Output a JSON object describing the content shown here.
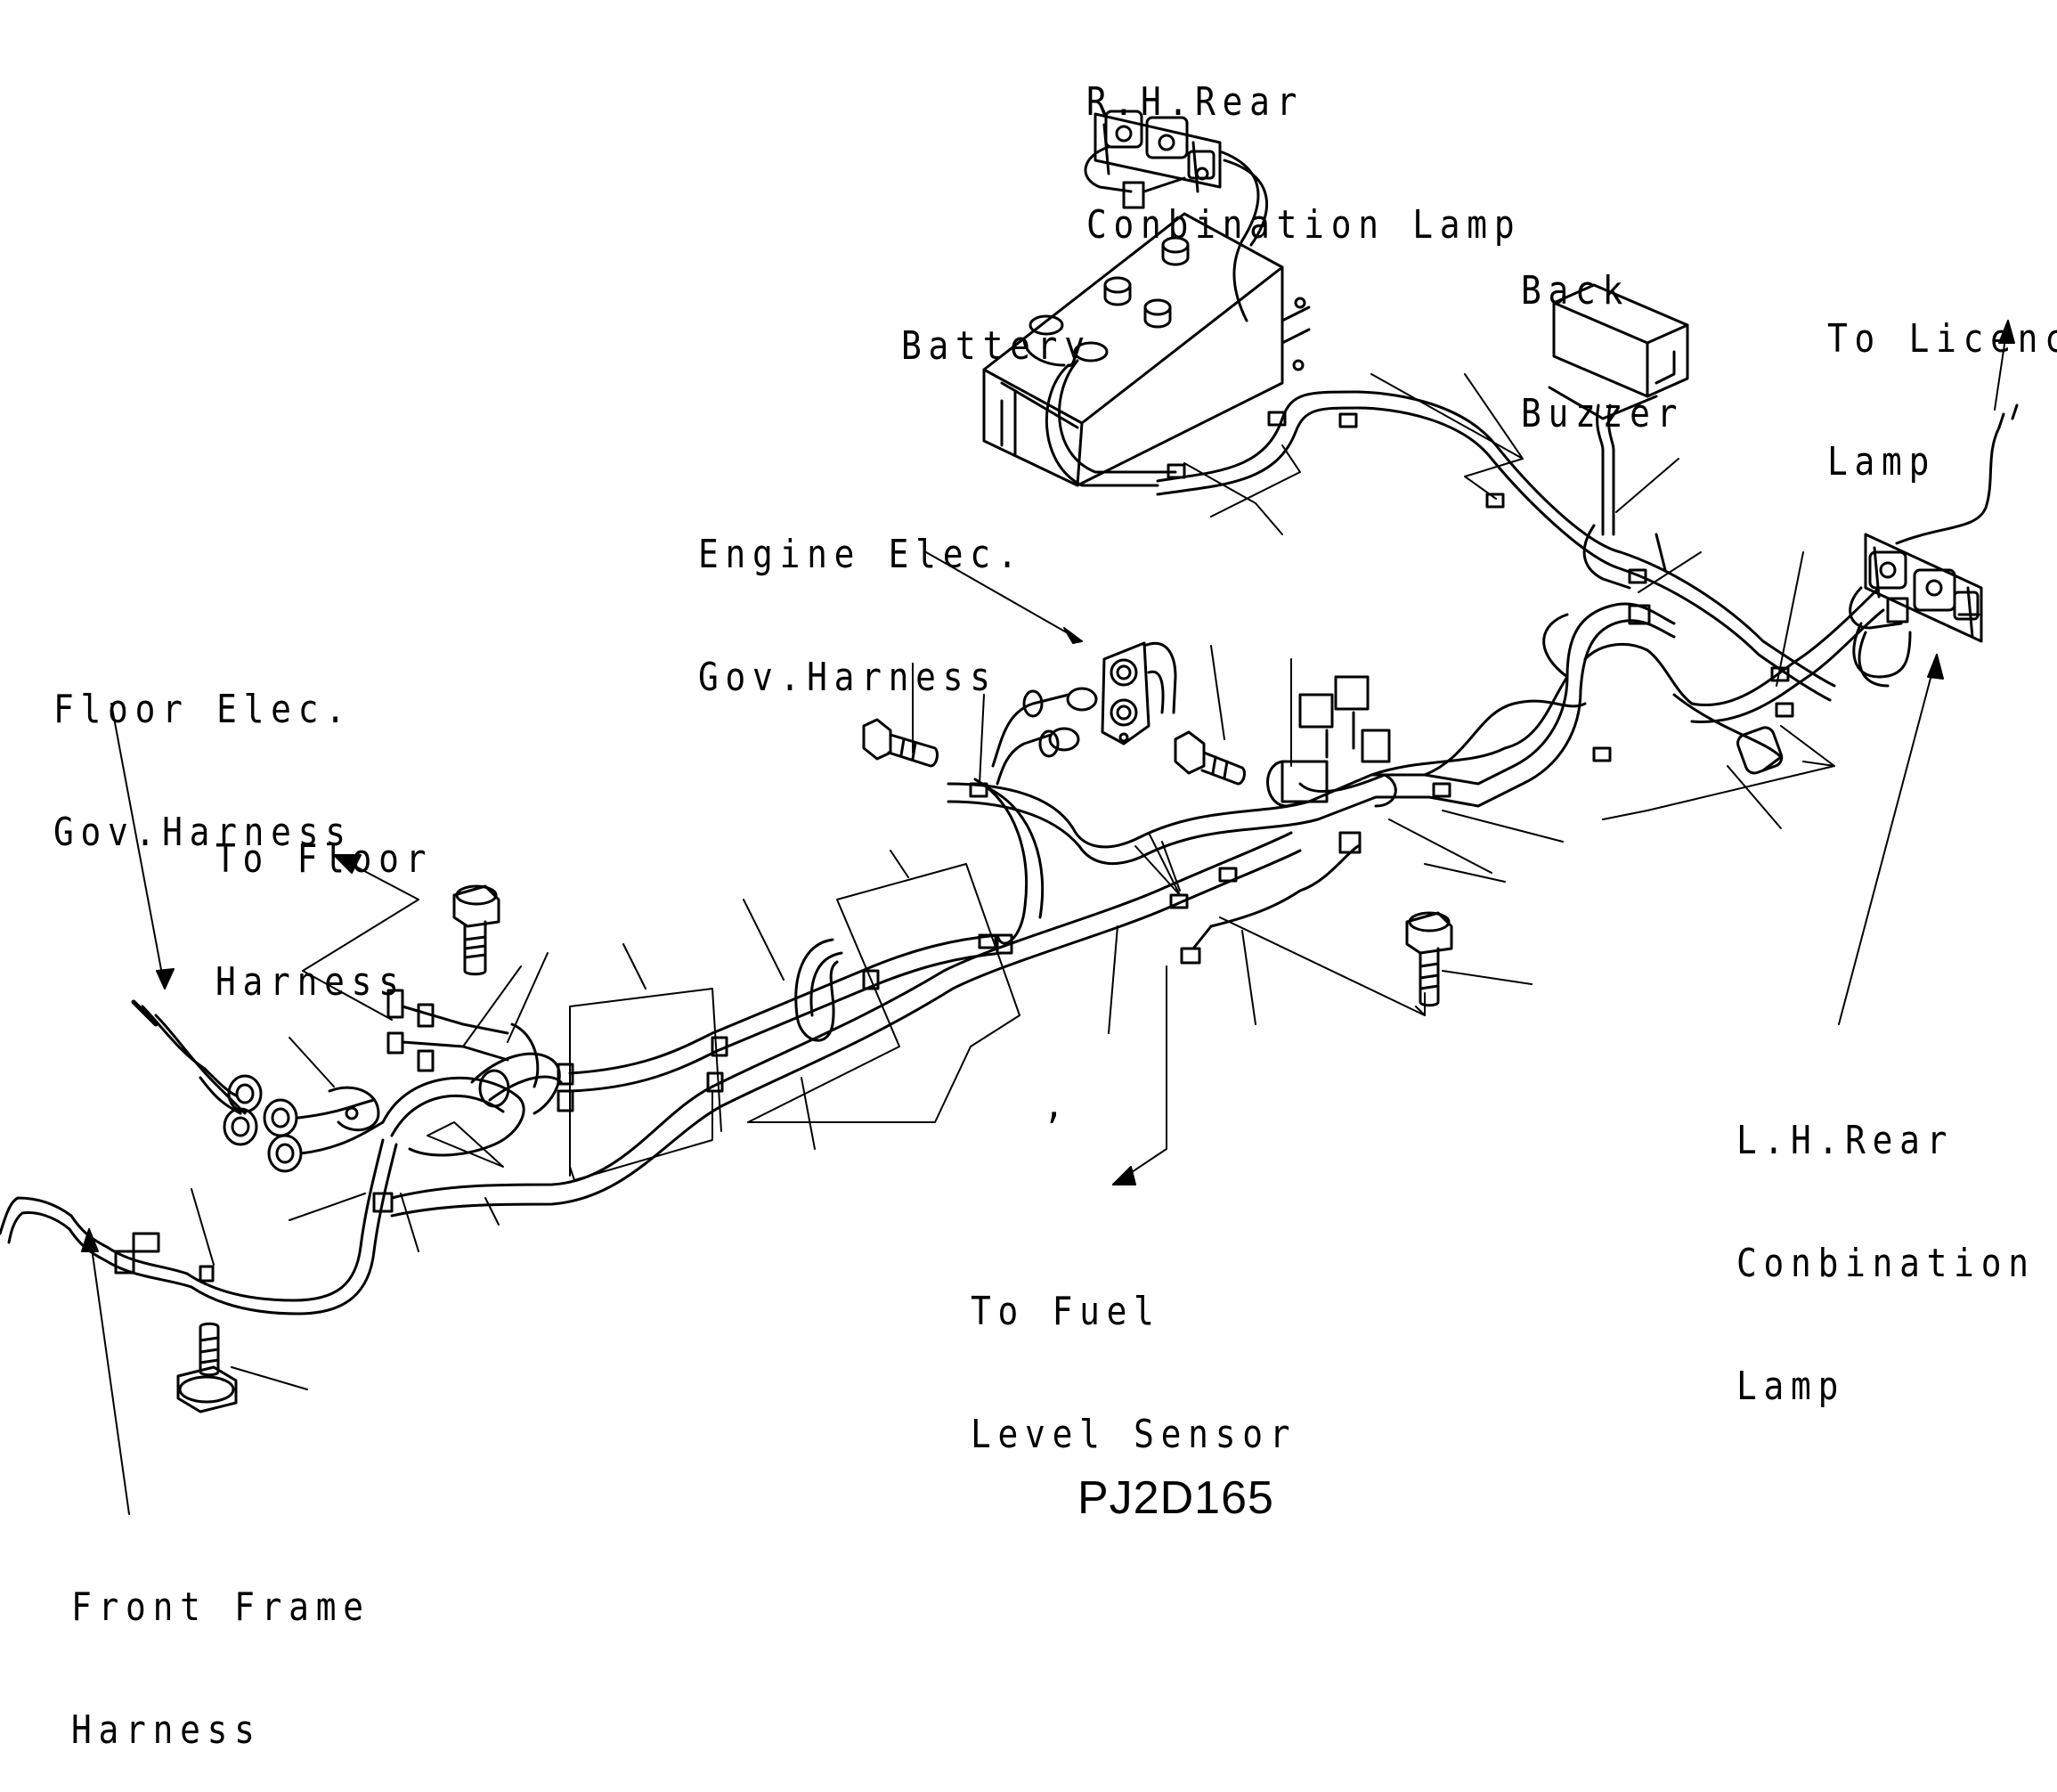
{
  "labels": {
    "rh_rear_lamp": [
      "R.H.Rear",
      "Conbination Lamp"
    ],
    "battery": [
      "Battery"
    ],
    "back_buzzer": [
      "Back",
      "Buzzer"
    ],
    "licence_lamp": [
      "To Licence",
      "Lamp"
    ],
    "engine_harness": [
      "Engine Elec.",
      "Gov.Harness"
    ],
    "floor_elec_harness": [
      "Floor Elec.",
      "Gov.Harness"
    ],
    "to_floor_harness": [
      "To Floor",
      "Harness"
    ],
    "lh_rear_lamp": [
      "L.H.Rear",
      "Conbination",
      "Lamp"
    ],
    "fuel_level_sensor": [
      "To Fuel",
      "Level Sensor"
    ],
    "front_frame_harness": [
      "Front Frame",
      "Harness"
    ]
  },
  "figure_code": "PJ2D165",
  "stray_mark": ","
}
